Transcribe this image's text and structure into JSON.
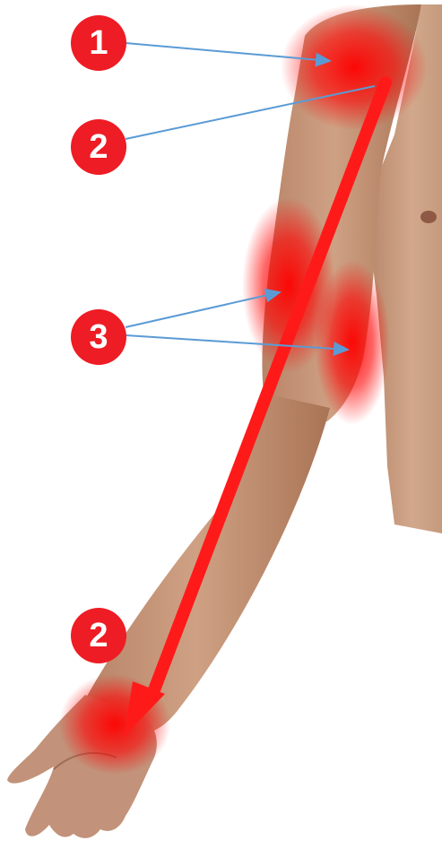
{
  "colors": {
    "marker": "#ee1c24",
    "pain_arrow": "#ff1a1a",
    "glow": "#ff0000",
    "pointer": "#5b9bd5",
    "skin": "#c99a7c",
    "skin_shadow": "#a67356"
  },
  "markers": {
    "m1": "1",
    "m2_top": "2",
    "m3": "3",
    "m2_bottom": "2"
  },
  "image": {
    "subject": "arm-and-shoulder-photo"
  }
}
